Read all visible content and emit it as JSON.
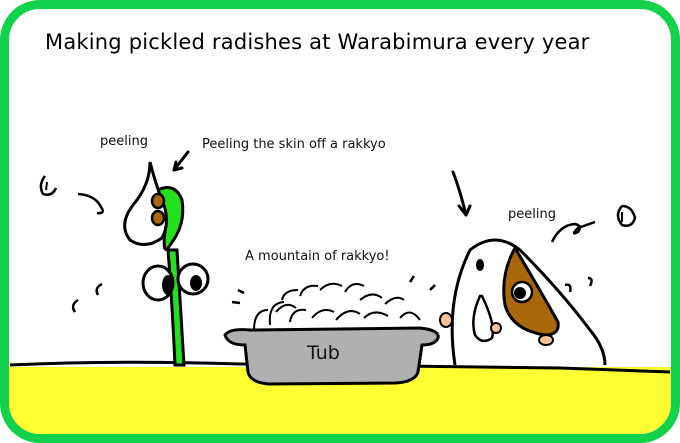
{
  "comic": {
    "title": "Making pickled radishes at Warabimura every year",
    "labels": {
      "peeling_left": "peeling",
      "peeling_caption": "Peeling the skin off a rakkyo",
      "mountain_caption": "A mountain of rakkyo!",
      "peeling_right": "peeling",
      "tub": "Tub"
    },
    "colors": {
      "frame": "#12d14a",
      "ground": "#ffff33",
      "sprout": "#22e01e",
      "brown": "#a8680a",
      "tub": "#b0b0b0",
      "skin": "#f7c39a"
    },
    "characters": [
      "green-sprout-character",
      "white-brown-dog-character"
    ],
    "objects": [
      "tub-of-rakkyo"
    ]
  }
}
